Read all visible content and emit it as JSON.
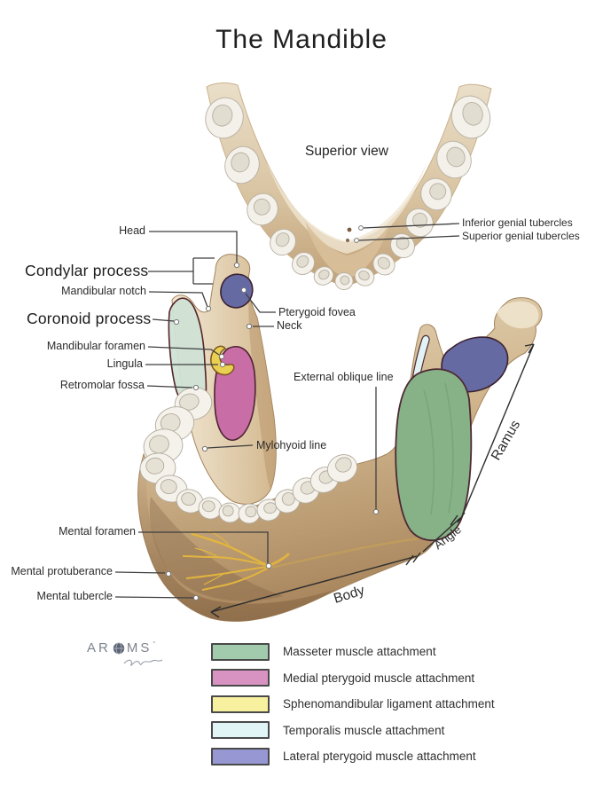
{
  "title": "The Mandible",
  "views": {
    "superior": "Superior view"
  },
  "labels": {
    "head": "Head",
    "condylar_process": "Condylar process",
    "mandibular_notch": "Mandibular notch",
    "coronoid_process": "Coronoid process",
    "mandibular_foramen": "Mandibular foramen",
    "lingula": "Lingula",
    "retromolar_fossa": "Retromolar fossa",
    "pterygoid_fovea": "Pterygoid fovea",
    "neck": "Neck",
    "external_oblique_line": "External oblique line",
    "mylohyoid_line": "Mylohyoid line",
    "mental_foramen": "Mental foramen",
    "mental_protuberance": "Mental protuberance",
    "mental_tubercle": "Mental tubercle",
    "inferior_genial_tubercles": "Inferior genial tubercles",
    "superior_genial_tubercles": "Superior genial tubercles",
    "ramus": "Ramus",
    "angle": "Angle",
    "body": "Body"
  },
  "legend": {
    "items": [
      {
        "label": "Masseter muscle attachment",
        "color": "#a2cbad"
      },
      {
        "label": "Medial pterygoid muscle attachment",
        "color": "#d893c2"
      },
      {
        "label": "Sphenomandibular ligament attachment",
        "color": "#f7f09e"
      },
      {
        "label": "Temporalis muscle attachment",
        "color": "#e1f4f6"
      },
      {
        "label": "Lateral pterygoid muscle attachment",
        "color": "#9697d3"
      }
    ]
  },
  "logo": {
    "brand": "AROMS",
    "mark": "°"
  },
  "colors": {
    "masseter_region": "#87b187",
    "medial_pterygoid_region": "#c96da6",
    "sphenomandibular_region": "#ead052",
    "temporalis_region": "#dfe9de",
    "lateral_pterygoid_region": "#666aa2",
    "nerve": "#e2b53e",
    "bone_light": "#ecdfc7",
    "bone_dark": "#b3926a"
  }
}
